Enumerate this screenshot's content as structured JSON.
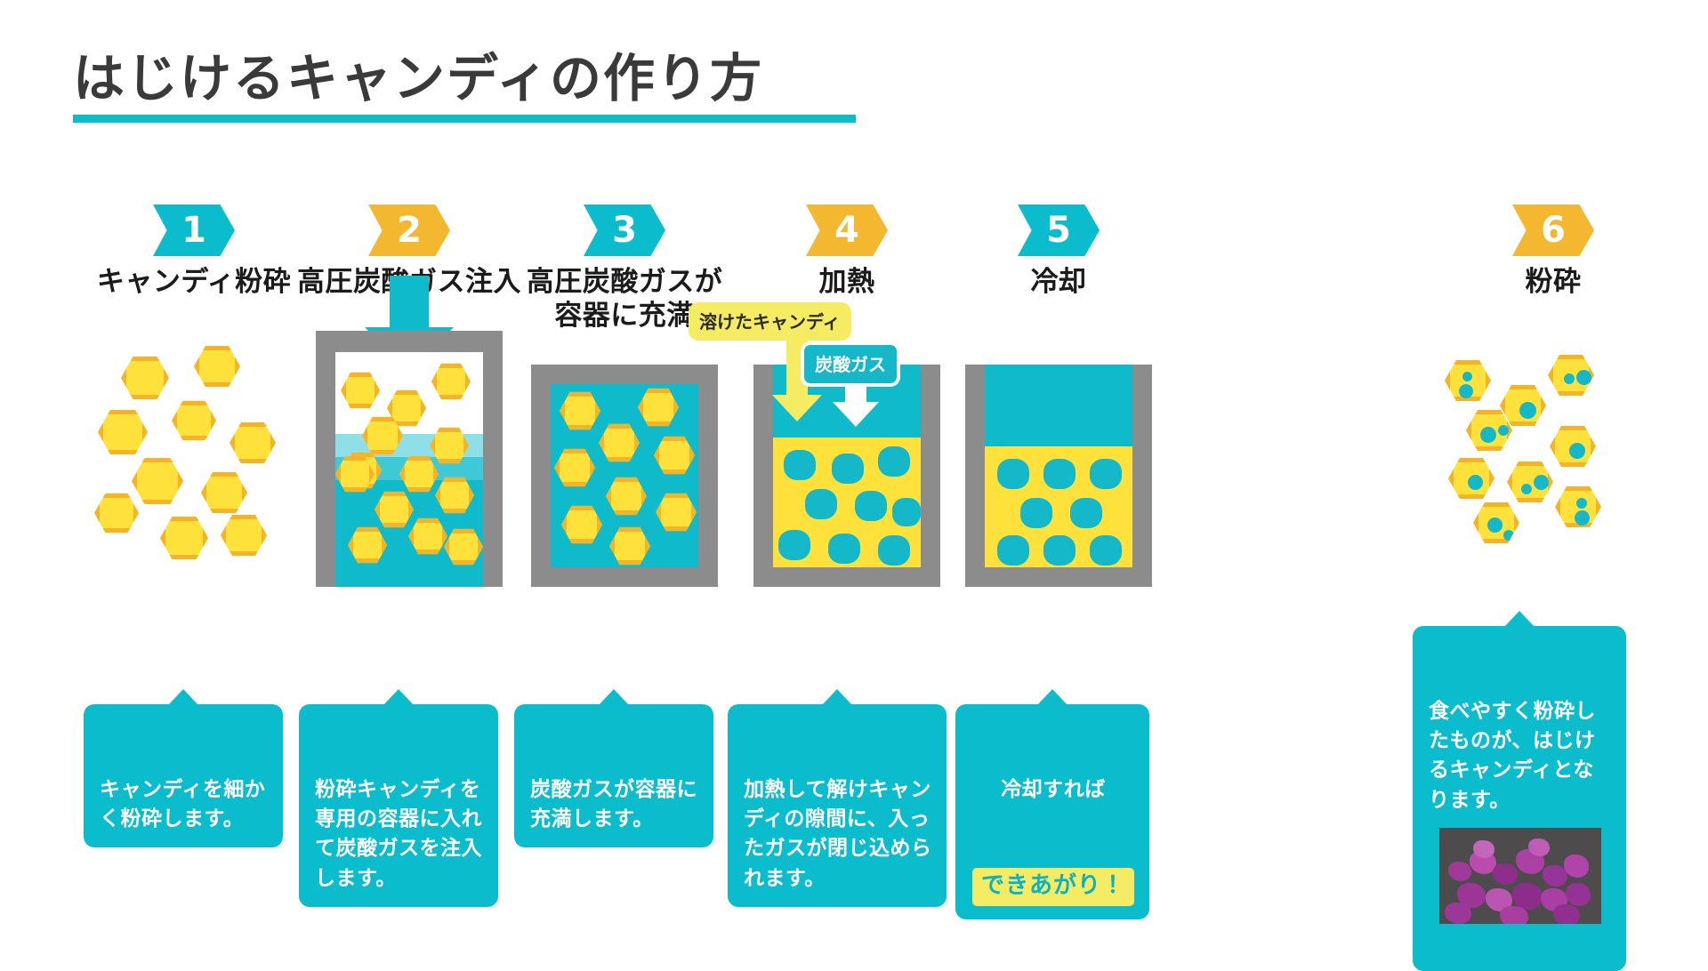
{
  "page": {
    "title": "はじけるキャンディの作り方",
    "accent_teal": "#0bbccd",
    "accent_yellow": "#f4b730",
    "candy_yellow": "#ffe13c",
    "candy_outline": "#f5b425",
    "vessel_gray": "#8c8c8c",
    "text_dark": "#1b1b1b"
  },
  "steps": [
    {
      "number": "1",
      "badge_color": "#0bbccd",
      "label": "キャンディ粉砕",
      "caption": "キャンディを細か\nく粉砕します。"
    },
    {
      "number": "2",
      "badge_color": "#f4b730",
      "label": "高圧炭酸ガス注入",
      "caption": "粉砕キャンディを\n専用の容器に入れ\nて炭酸ガスを注入\nします。"
    },
    {
      "number": "3",
      "badge_color": "#0bbccd",
      "label": "高圧炭酸ガスが\n容器に充満",
      "caption": "炭酸ガスが容器に\n充満します。"
    },
    {
      "number": "4",
      "badge_color": "#f4b730",
      "label": "加熱",
      "caption": "加熱して解けキャン\nディの隙間に、入っ\nたガスが閉じ込めら\nれます。",
      "callouts": [
        {
          "text": "溶けたキャンディ",
          "style": "yellow"
        },
        {
          "text": "炭酸ガス",
          "style": "teal"
        }
      ]
    },
    {
      "number": "5",
      "badge_color": "#0bbccd",
      "label": "冷却",
      "caption_lead": "冷却すれば",
      "caption_highlight": "できあがり！"
    },
    {
      "number": "6",
      "badge_color": "#f4b730",
      "label": "粉砕",
      "caption": "食べやすく粉砕し\nたものが、はじけ\nるキャンディとな\nります。",
      "photo_alt": "はじけるキャンディの完成品写真"
    }
  ]
}
